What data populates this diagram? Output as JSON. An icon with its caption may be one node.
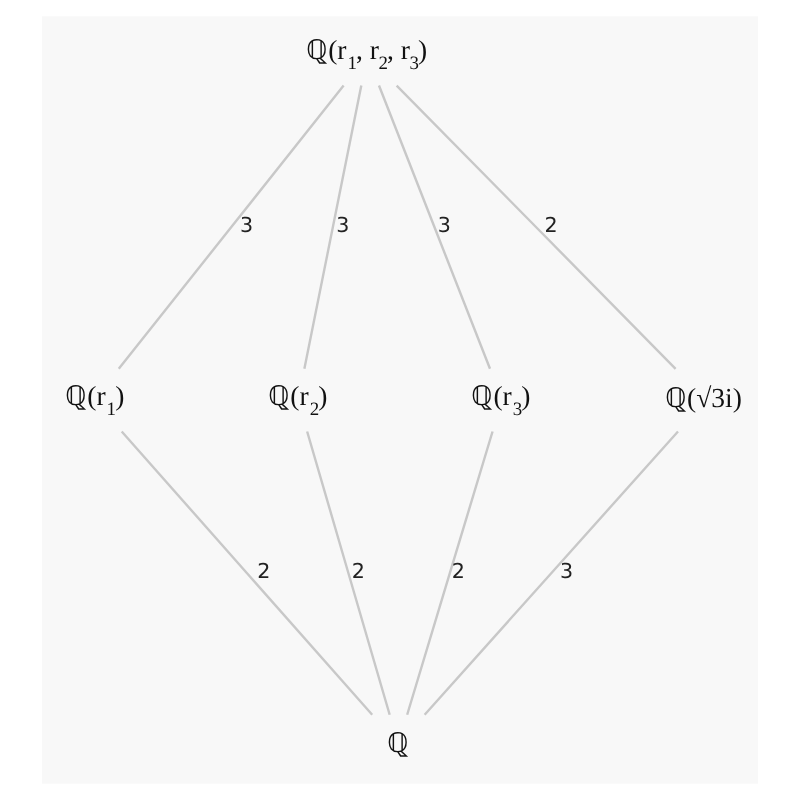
{
  "diagram": {
    "nodes": [
      {
        "text": [
          "ℚ(r$_{1}$, r$_{2}$, r$_{3}$)"
        ]
      },
      {
        "text": [
          "ℚ(r$_{1}$)"
        ]
      },
      {
        "text": [
          "ℚ(r$_{2}$)"
        ]
      },
      {
        "text": [
          "ℚ(r$_{3}$)"
        ]
      },
      {
        "text": [
          "ℚ(√3i)"
        ]
      },
      {
        "text": [
          "ℚ"
        ]
      }
    ],
    "edges": [
      {
        "from": 0,
        "to": 1,
        "arrow": "none",
        "label": "3"
      },
      {
        "from": 0,
        "to": 2,
        "arrow": "none",
        "label": "3"
      },
      {
        "from": 0,
        "to": 3,
        "arrow": "none",
        "label": "3"
      },
      {
        "from": 0,
        "to": 4,
        "arrow": "none",
        "label": "2"
      },
      {
        "from": 1,
        "to": 5,
        "arrow": "none",
        "label": "2"
      },
      {
        "from": 2,
        "to": 5,
        "arrow": "none",
        "label": "2"
      },
      {
        "from": 3,
        "to": 5,
        "arrow": "none",
        "label": "2"
      },
      {
        "from": 4,
        "to": 5,
        "arrow": "none",
        "label": "3"
      }
    ]
  }
}
